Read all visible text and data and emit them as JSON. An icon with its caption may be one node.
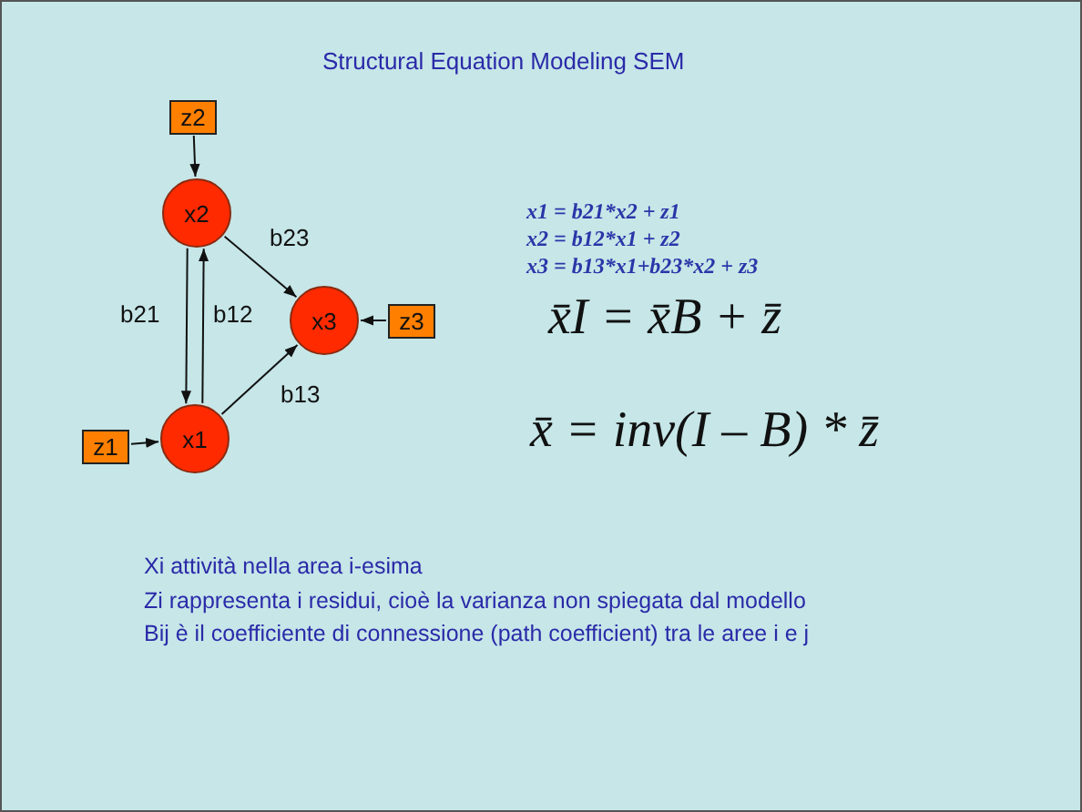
{
  "diagram": {
    "title": "Structural Equation Modeling SEM",
    "nodes": [
      {
        "text": [
          "z2"
        ]
      },
      {
        "text": [
          "x2"
        ]
      },
      {
        "text": [
          "x3"
        ]
      },
      {
        "text": [
          "z3"
        ]
      },
      {
        "text": [
          "z1"
        ]
      },
      {
        "text": [
          "x1"
        ]
      }
    ],
    "edges": [
      {
        "from": 0,
        "to": 1,
        "arrow": "to"
      },
      {
        "from": 3,
        "to": 2,
        "arrow": "to"
      },
      {
        "from": 4,
        "to": 5,
        "arrow": "to"
      },
      {
        "from": 1,
        "to": 2,
        "arrow": "to",
        "label": "b23"
      },
      {
        "from": 1,
        "to": 5,
        "arrow": "to",
        "label": "b21"
      },
      {
        "from": 5,
        "to": 1,
        "arrow": "to",
        "label": "b12"
      },
      {
        "from": 5,
        "to": 2,
        "arrow": "to",
        "label": "b13"
      }
    ],
    "labels": [
      "x1 = b21*x2 + z1",
      "x2 = b12*x1 + z2",
      "x3 = b13*x1+b23*x2 + z3",
      "x̄I = x̄B + z̄",
      "x̄ = inv(I – B) * z̄",
      "Xi attività nella area i-esima",
      "Zi rappresenta i residui, cioè la varianza non spiegata dal modello",
      "Bij è il coefficiente di connessione (path coefficient) tra le aree i e j"
    ]
  }
}
